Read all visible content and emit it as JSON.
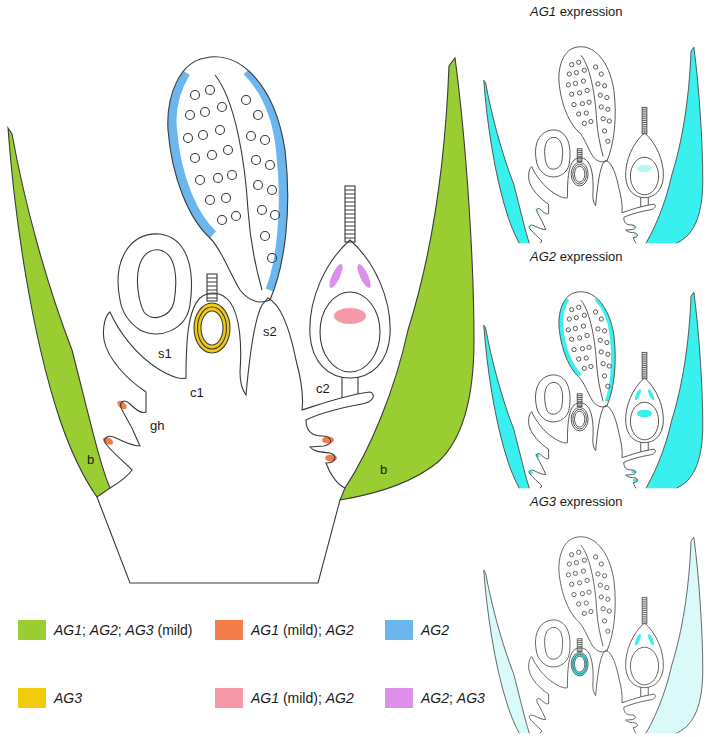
{
  "diagram": {
    "labels": [
      "s1",
      "c1",
      "s2",
      "c2",
      "gh",
      "b",
      "b",
      "AG1 expression",
      "AG2 expression",
      "AG3 expression"
    ],
    "legend": [
      {
        "text": "AG1; AG2; AG3 (mild)",
        "color": "#9acd32"
      },
      {
        "text": "AG1 (mild); AG2",
        "color": "#f27c4a"
      },
      {
        "text": "AG2",
        "color": "#6bb6ef"
      },
      {
        "text": "AG3",
        "color": "#f2cc0c"
      },
      {
        "text": "AG1 (mild); AG2",
        "color": "#f598a8"
      },
      {
        "text": "AG2; AG3",
        "color": "#dc90ec"
      }
    ]
  }
}
